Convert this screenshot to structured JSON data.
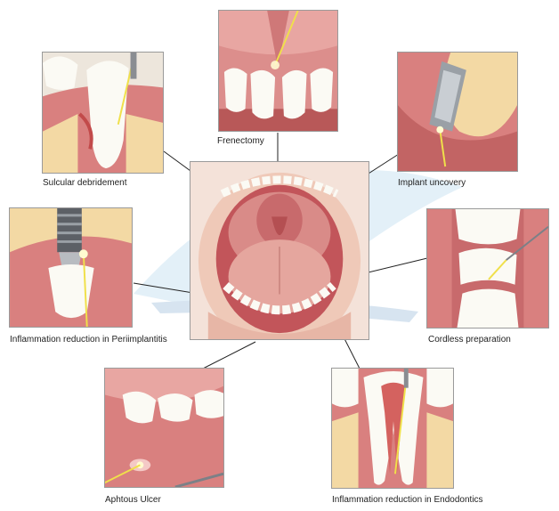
{
  "labels": {
    "frenectomy": "Frenectomy",
    "sulcular": "Sulcular debridement",
    "implant_uncovery": "Implant uncovery",
    "periimplantitis": "Inflammation reduction in Periimplantitis",
    "cordless": "Cordless preparation",
    "aphtous": "Aphtous Ulcer",
    "endodontics": "Inflammation reduction in Endodontics"
  },
  "colors": {
    "gum": "#d9807f",
    "gum_dark": "#b85858",
    "bone": "#f3d9a4",
    "tooth": "#fbfaf4",
    "tongue": "#e7a29c",
    "laser": "#f0e04a",
    "watermark": "#cfe6f4"
  }
}
